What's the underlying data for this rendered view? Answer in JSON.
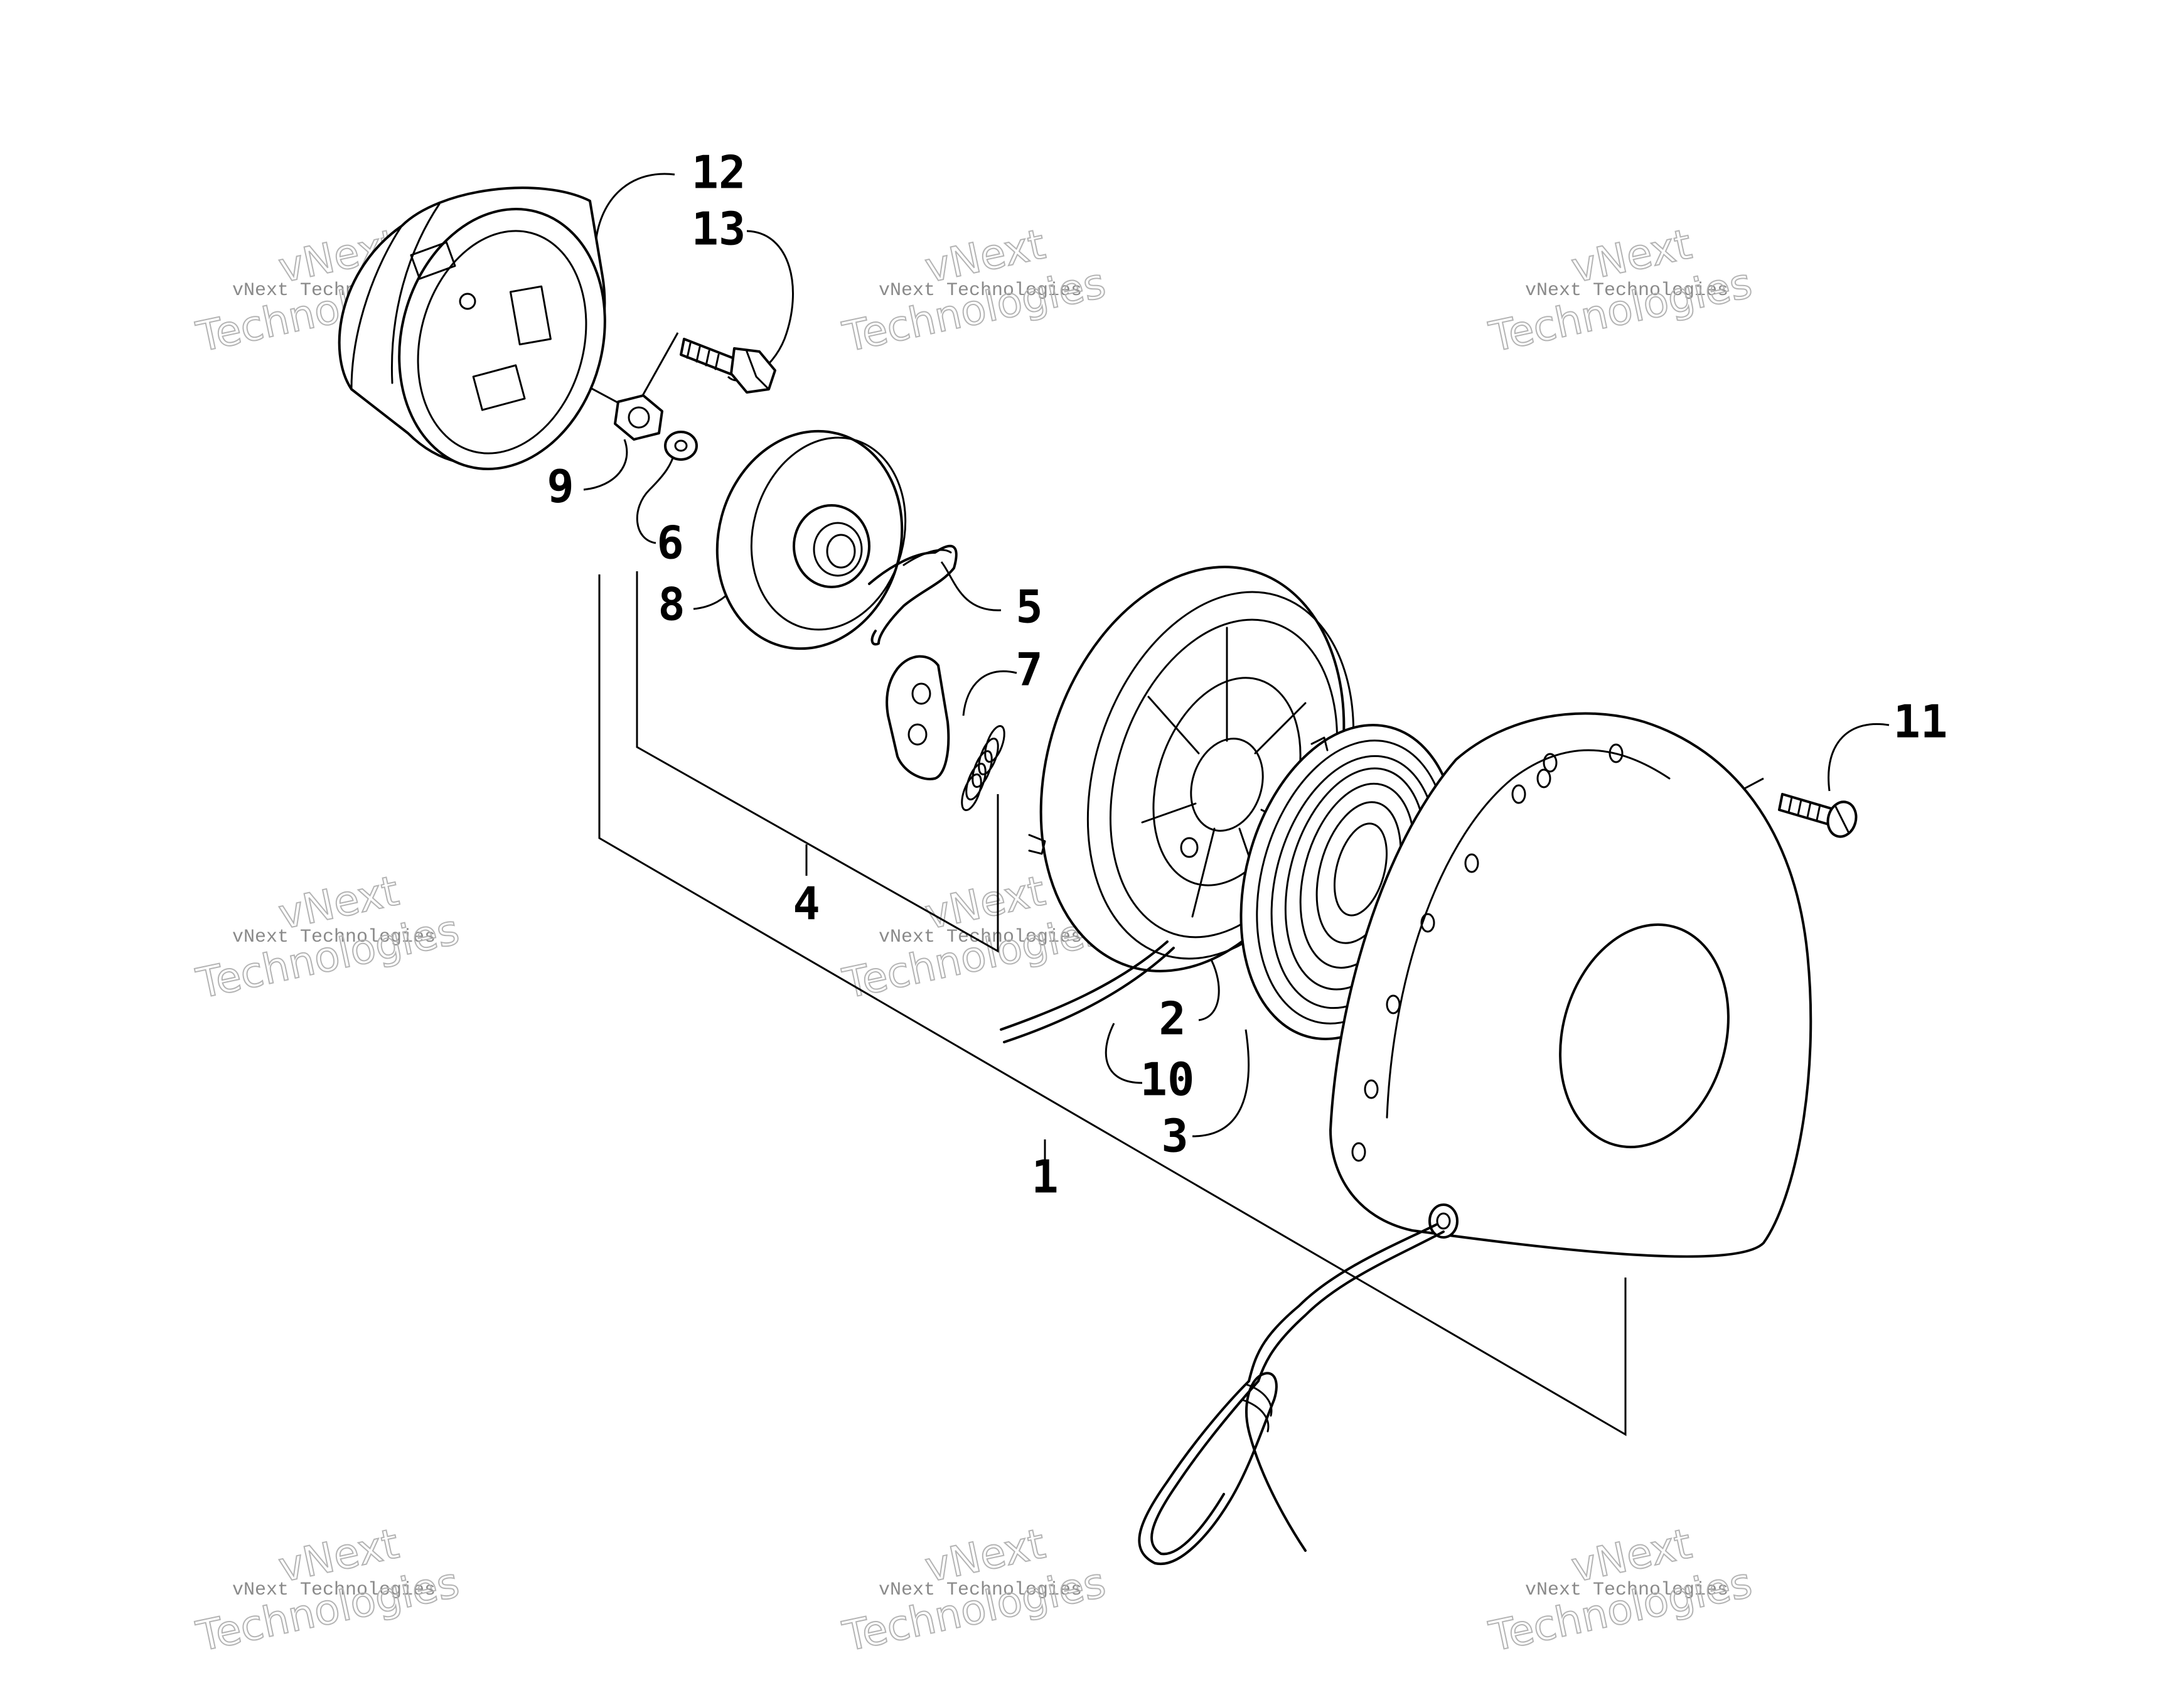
{
  "callouts": [
    {
      "id": "12",
      "text": "12"
    },
    {
      "id": "13",
      "text": "13"
    },
    {
      "id": "9",
      "text": "9"
    },
    {
      "id": "6",
      "text": "6"
    },
    {
      "id": "8",
      "text": "8"
    },
    {
      "id": "5",
      "text": "5"
    },
    {
      "id": "7",
      "text": "7"
    },
    {
      "id": "4",
      "text": "4"
    },
    {
      "id": "2",
      "text": "2"
    },
    {
      "id": "10",
      "text": "10"
    },
    {
      "id": "3",
      "text": "3"
    },
    {
      "id": "1",
      "text": "1"
    },
    {
      "id": "11",
      "text": "11"
    }
  ],
  "watermark": {
    "small_text": "vNext Technologies",
    "big_line1": "vNext",
    "big_line2": "Technologies"
  }
}
